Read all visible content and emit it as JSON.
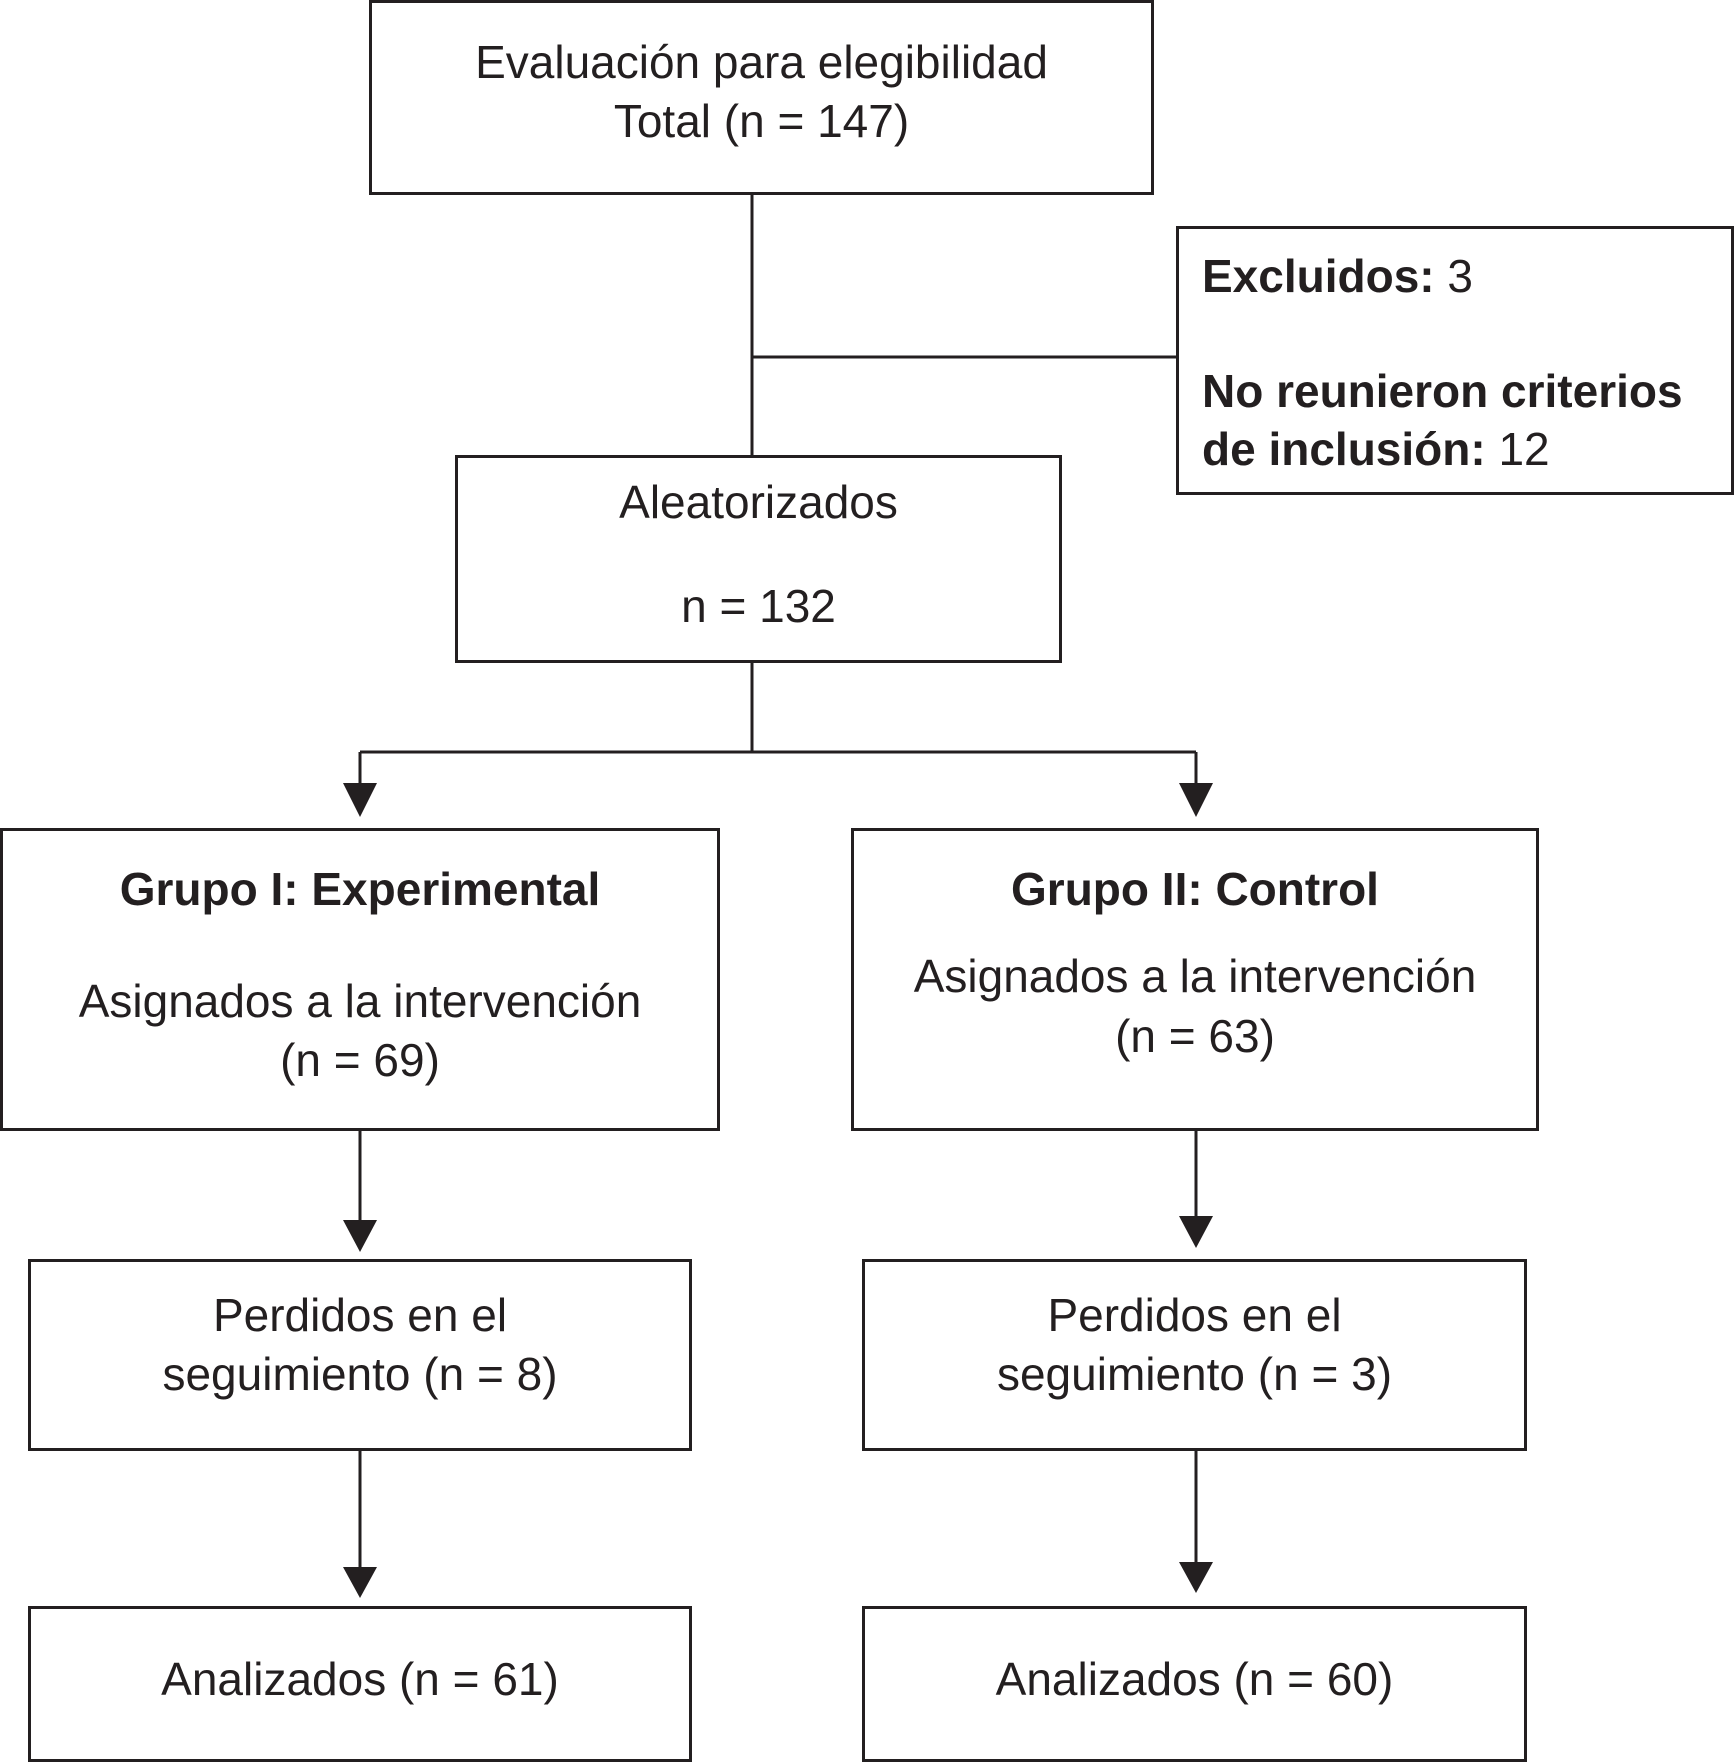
{
  "eligibility": {
    "line1": "Evaluación para elegibilidad",
    "line2": "Total (n = 147)"
  },
  "excluded": {
    "excluded_label": "Excluidos:",
    "excluded_value": " 3",
    "criteria_label_line1": "No reunieron criterios",
    "criteria_label_line2": "de inclusión:",
    "criteria_value": " 12"
  },
  "randomized": {
    "label": "Aleatorizados",
    "n": "n = 132"
  },
  "group_experimental": {
    "title": "Grupo I: Experimental",
    "assigned": "Asignados a la intervención",
    "n": "(n = 69)",
    "lost_line1": "Perdidos en el",
    "lost_line2": "seguimiento (n = 8)",
    "analyzed": "Analizados (n = 61)"
  },
  "group_control": {
    "title": "Grupo II: Control",
    "assigned": "Asignados a la intervención",
    "n": "(n = 63)",
    "lost_line1": "Perdidos en el",
    "lost_line2": "seguimiento (n = 3)",
    "analyzed": "Analizados (n = 60)"
  },
  "colors": {
    "ink": "#231f20",
    "background": "#ffffff"
  }
}
